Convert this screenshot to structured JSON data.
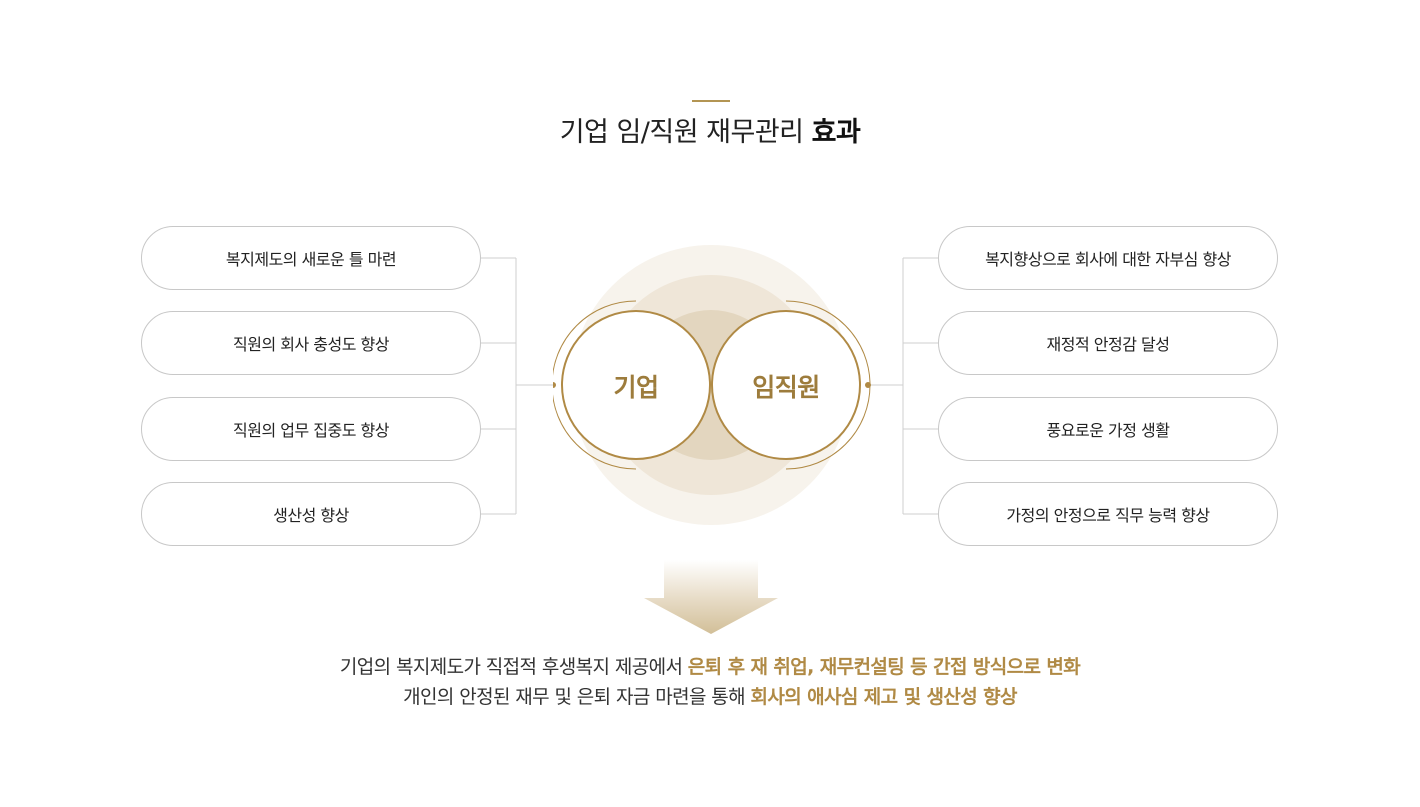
{
  "heading": {
    "text_regular": "기업 임/직원 재무관리",
    "text_bold": "효과"
  },
  "left_items": [
    {
      "label": "복지제도의 새로운 틀 마련"
    },
    {
      "label": "직원의 회사 충성도 향상"
    },
    {
      "label": "직원의 업무 집중도 향상"
    },
    {
      "label": "생산성 향상"
    }
  ],
  "right_items": [
    {
      "label": "복지향상으로 회사에 대한 자부심 향상"
    },
    {
      "label": "재정적 안정감 달성"
    },
    {
      "label": "풍요로운 가정 생활"
    },
    {
      "label": "가정의 안정으로 직무 능력 향상"
    }
  ],
  "center": {
    "left_circle": "기업",
    "right_circle": "임직원"
  },
  "summary": {
    "line1_plain": "기업의 복지제도가 직접적 후생복지 제공에서",
    "line1_highlight": "은퇴 후 재 취업, 재무컨설팅 등 간접 방식으로 변화",
    "line2_plain": "개인의 안정된 재무 및 은퇴 자금 마련을 통해",
    "line2_highlight": "회사의 애사심 제고 및 생산성 향상"
  },
  "colors": {
    "accent": "#b08a45",
    "accent_dark": "#9d7c3c",
    "border": "#c8c8c8",
    "halo_outer": "#f7f3ec",
    "halo_mid": "#efe6d8",
    "halo_inner": "#e3d6bf"
  }
}
